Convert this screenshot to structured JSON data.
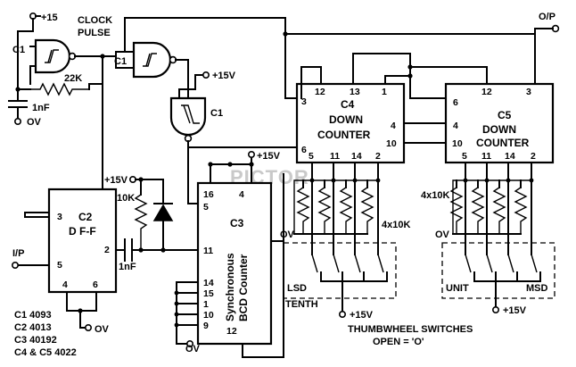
{
  "supply": {
    "plus15": "+15",
    "plus15v": "+15V",
    "ov": "OV"
  },
  "labels": {
    "clock": "CLOCK",
    "pulse": "PULSE",
    "op": "O/P",
    "ip": "I/P",
    "r22k": "22K",
    "c1nf": "1nF",
    "r10k": "10K",
    "r4x10k_a": "4x10K",
    "r4x10k_b": "4x10K",
    "lsd": "LSD",
    "tenth": "TENTH",
    "unit": "UNIT",
    "msd": "MSD",
    "thumb1": "THUMBWHEEL SWITCHES",
    "thumb2": "OPEN = 'O'",
    "watermark": "PICTOR"
  },
  "chips": {
    "c1": "C1",
    "c2": "C2",
    "c2_type": "D F-F",
    "c3": "C3",
    "c3_title_1": "Synchronous",
    "c3_title_2": "BCD Counter",
    "c4": "C4",
    "c4_title_1": "DOWN",
    "c4_title_2": "COUNTER",
    "c5": "C5",
    "c5_title_1": "DOWN",
    "c5_title_2": "COUNTER"
  },
  "legend": [
    "C1  4093",
    "C2  4013",
    "C3  40192",
    "C4 & C5  4022"
  ],
  "pins": {
    "c2": [
      "3",
      "5",
      "2",
      "4",
      "6"
    ],
    "c3": [
      "16",
      "4",
      "5",
      "11",
      "14",
      "15",
      "1",
      "10",
      "9",
      "12"
    ],
    "c4": [
      "12",
      "13",
      "1",
      "3",
      "4",
      "6",
      "10",
      "5",
      "11",
      "14",
      "2"
    ],
    "c5": [
      "6",
      "12",
      "3",
      "4",
      "10",
      "5",
      "11",
      "14",
      "2"
    ]
  }
}
